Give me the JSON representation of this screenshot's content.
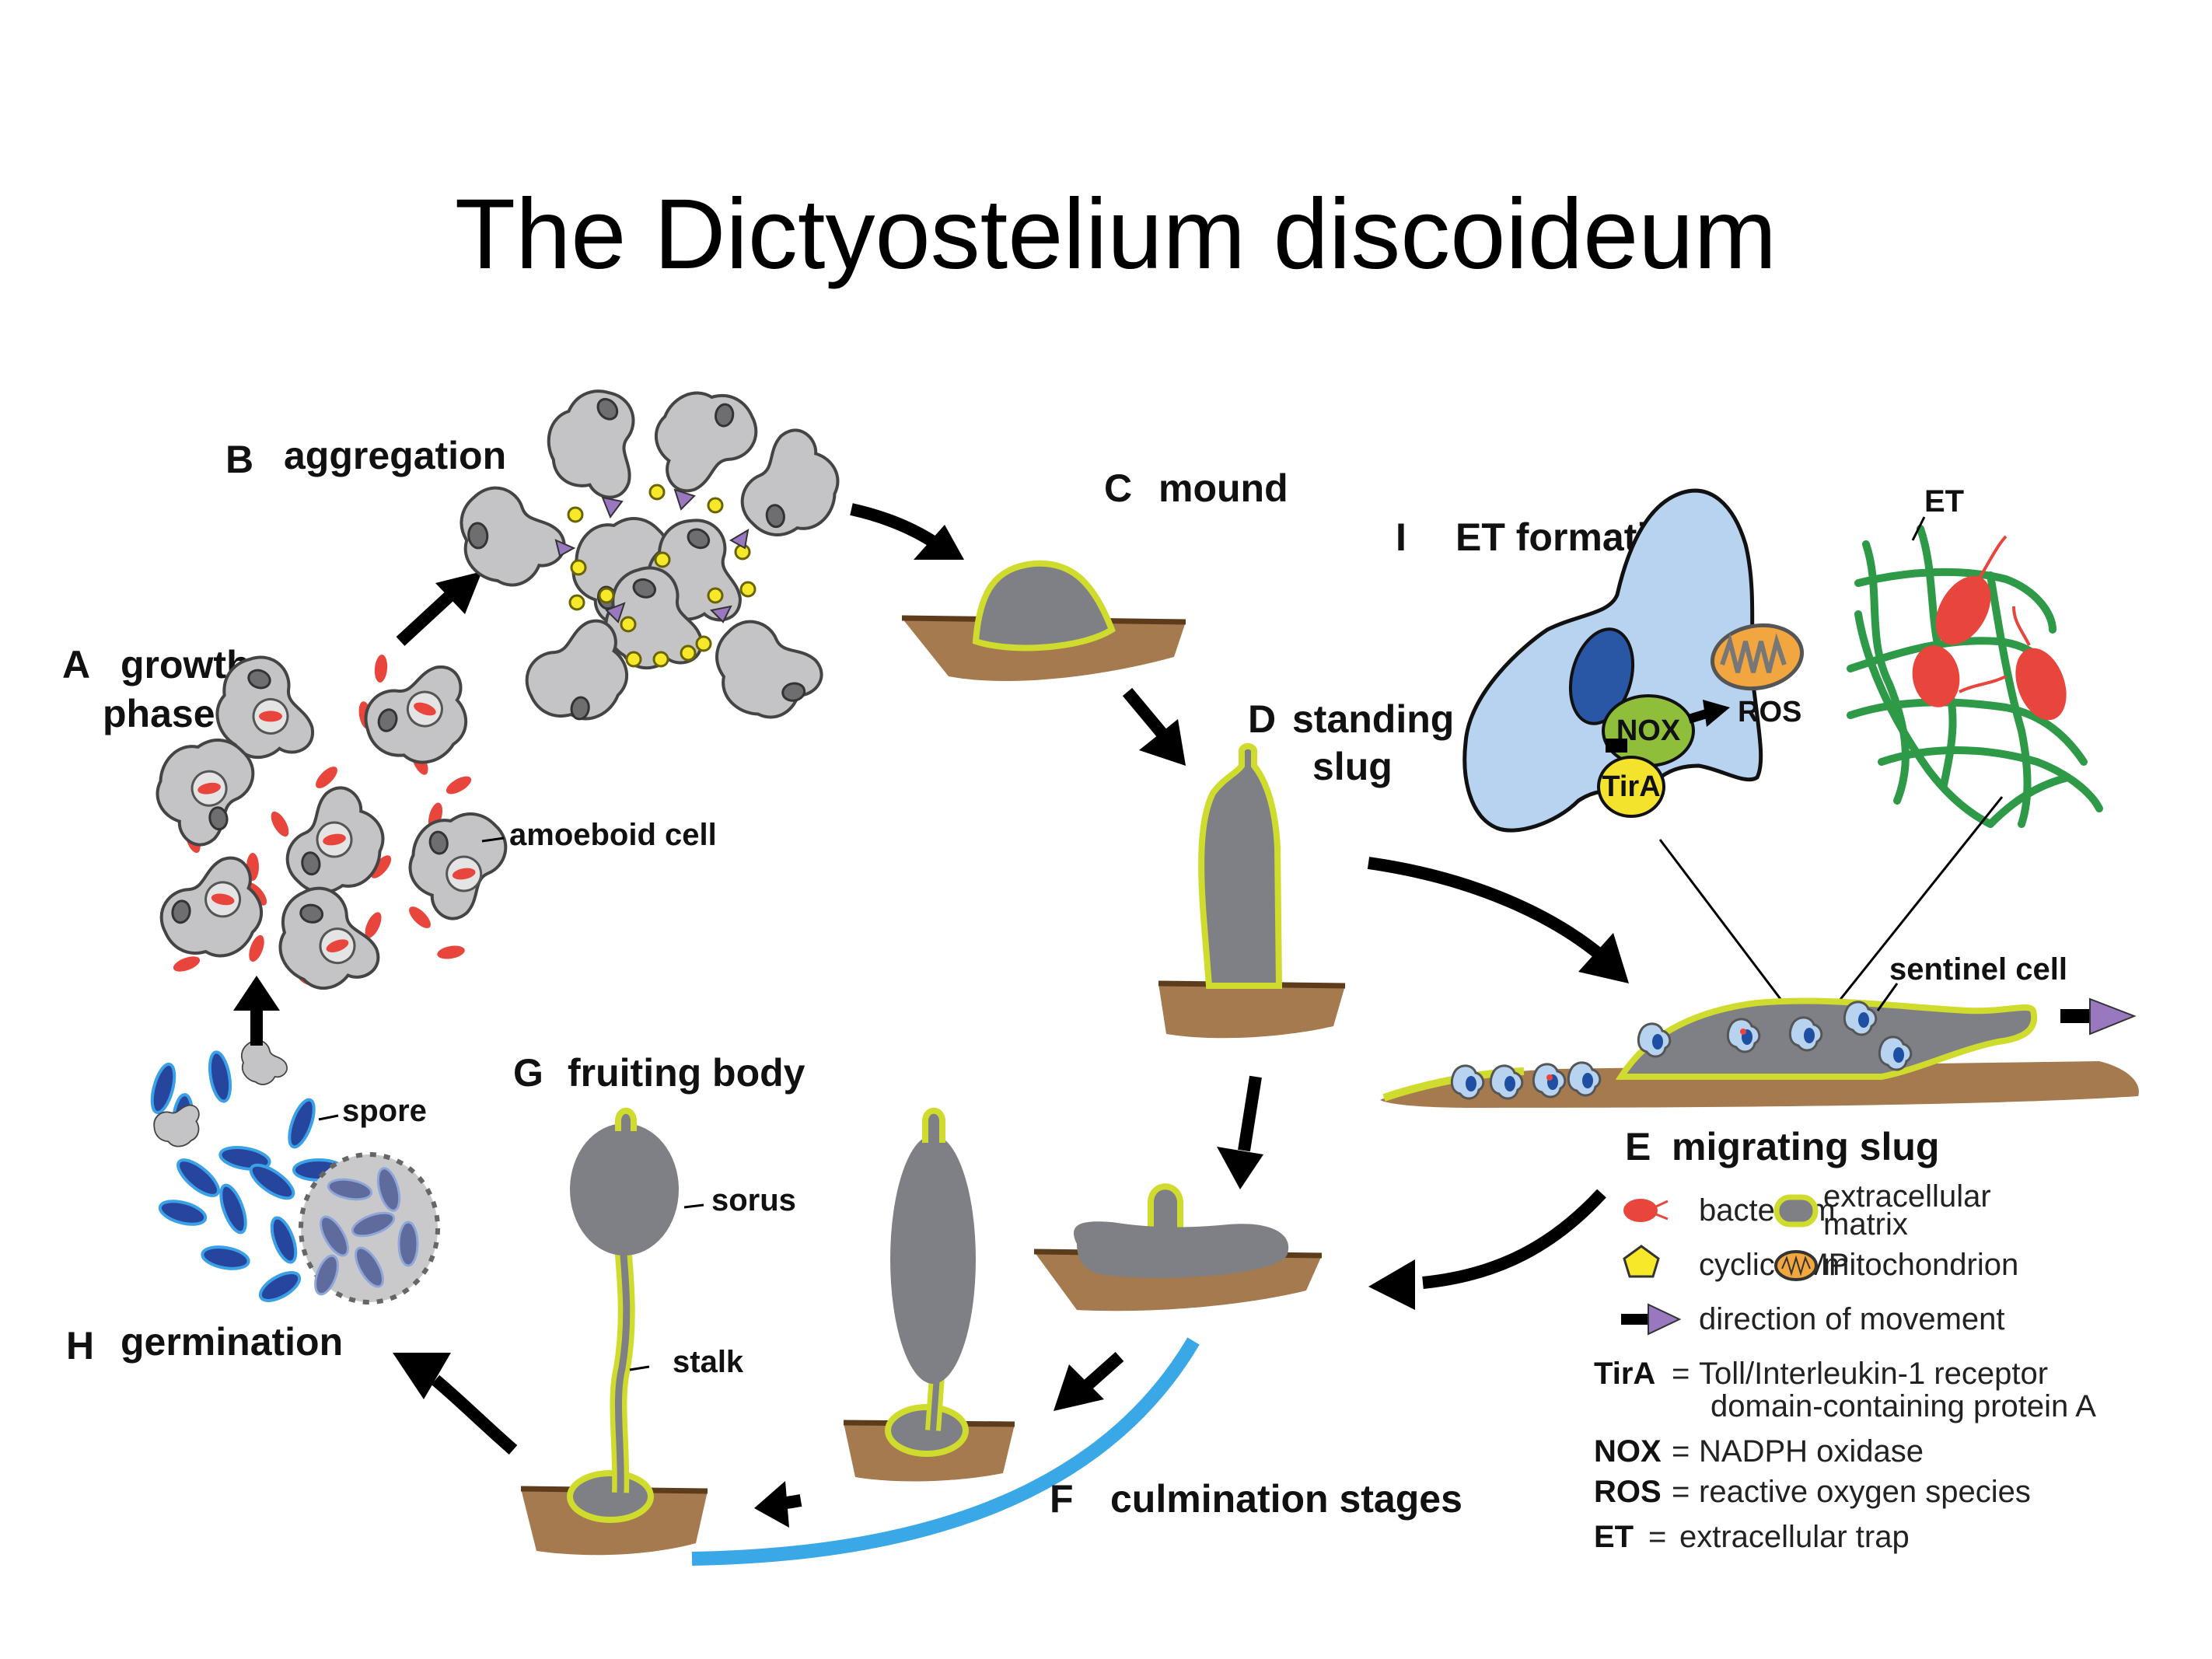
{
  "title": "The Dictyostelium discoideum",
  "stages": {
    "A": {
      "letter": "A",
      "line1": "growth",
      "line2": "phase"
    },
    "B": {
      "letter": "B",
      "label": "aggregation"
    },
    "C": {
      "letter": "C",
      "label": "mound"
    },
    "D": {
      "letter": "D",
      "line1": "standing",
      "line2": "slug"
    },
    "E": {
      "letter": "E",
      "label": "migrating slug"
    },
    "F": {
      "letter": "F",
      "label": "culmination stages"
    },
    "G": {
      "letter": "G",
      "label": "fruiting body"
    },
    "H": {
      "letter": "H",
      "label": "germination"
    },
    "I": {
      "letter": "I",
      "label": "ET formation"
    }
  },
  "annotations": {
    "amoeboid_cell": "amoeboid cell",
    "sentinel_cell": "sentinel cell",
    "spore": "spore",
    "sorus": "sorus",
    "stalk": "stalk",
    "et": "ET",
    "nox": "NOX",
    "ros": "ROS",
    "tira": "TirA"
  },
  "legend": {
    "items": [
      {
        "icon": "bacterium-icon",
        "label": "bacterium"
      },
      {
        "icon": "extracellular-matrix-icon",
        "label_line1": "extracellular",
        "label_line2": "matrix"
      },
      {
        "icon": "cyclic-amp-icon",
        "label": "cyclic AMP"
      },
      {
        "icon": "mitochondrion-icon",
        "label": "mitochondrion"
      },
      {
        "icon": "direction-arrow-icon",
        "label": "direction of movement"
      }
    ],
    "abbreviations": [
      {
        "abbr": "TirA",
        "eq": "=",
        "line1": "Toll/Interleukin-1 receptor",
        "line2": "domain-containing protein A"
      },
      {
        "abbr": "NOX",
        "eq": "=",
        "line1": "NADPH oxidase"
      },
      {
        "abbr": "ROS",
        "eq": "=",
        "line1": "reactive oxygen species"
      },
      {
        "abbr": "ET",
        "eq": "=",
        "line1": "extracellular trap"
      }
    ]
  },
  "colors": {
    "bacterium": "#e8453c",
    "cell_gray": "#c4c4c6",
    "matrix_outline": "#cfdc2d",
    "slug_body": "#7f8085",
    "soil": "#a57a4e",
    "camp": "#f7e82a",
    "direction_arrowhead": "#9a78c0",
    "spore": "#26459c",
    "et_net": "#2e9a48",
    "et_cell": "#b7d3f0",
    "culmination_arc": "#3aa8e6"
  }
}
